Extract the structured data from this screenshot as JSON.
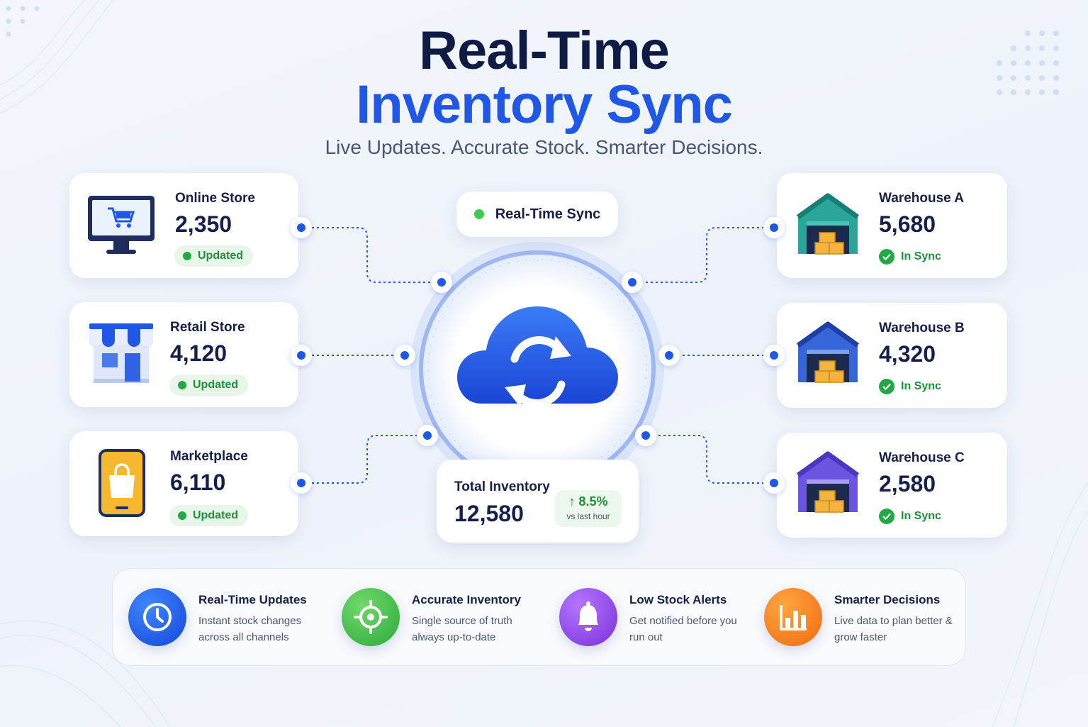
{
  "title_line1": "Real-Time",
  "title_line2": "Inventory Sync",
  "subtitle": "Live Updates. Accurate Stock. Smarter Decisions.",
  "hub": {
    "badge_label": "Real-Time Sync",
    "icon": "cloud-sync-icon",
    "total_label": "Total Inventory",
    "total_value": "12,580",
    "change_value": "8.5%",
    "change_note": "vs last hour"
  },
  "sources": [
    {
      "name": "Online Store",
      "value": "2,350",
      "status": "Updated",
      "icon": "monitor-cart-icon"
    },
    {
      "name": "Retail Store",
      "value": "4,120",
      "status": "Updated",
      "icon": "storefront-icon"
    },
    {
      "name": "Marketplace",
      "value": "6,110",
      "status": "Updated",
      "icon": "phone-bag-icon"
    }
  ],
  "warehouses": [
    {
      "name": "Warehouse A",
      "value": "5,680",
      "status": "In Sync",
      "icon": "warehouse-icon",
      "roof_color": "#1f8f84"
    },
    {
      "name": "Warehouse B",
      "value": "4,320",
      "status": "In Sync",
      "icon": "warehouse-icon",
      "roof_color": "#2148b8"
    },
    {
      "name": "Warehouse C",
      "value": "2,580",
      "status": "In Sync",
      "icon": "warehouse-icon",
      "roof_color": "#5b45d6"
    }
  ],
  "features": [
    {
      "title": "Real-Time Updates",
      "desc": "Instant stock changes across all channels",
      "icon": "clock-icon",
      "color": "#1f57e7"
    },
    {
      "title": "Accurate Inventory",
      "desc": "Single source of truth always up-to-date",
      "icon": "target-icon",
      "color": "#3fbf4a"
    },
    {
      "title": "Low Stock Alerts",
      "desc": "Get notified before you run out",
      "icon": "bell-icon",
      "color": "#8a3fe0"
    },
    {
      "title": "Smarter Decisions",
      "desc": "Live data to plan better & grow faster",
      "icon": "bar-chart-icon",
      "color": "#f57c1f"
    }
  ],
  "colors": {
    "accent": "#1f57e7",
    "success": "#22a845",
    "title": "#0d1b45"
  }
}
